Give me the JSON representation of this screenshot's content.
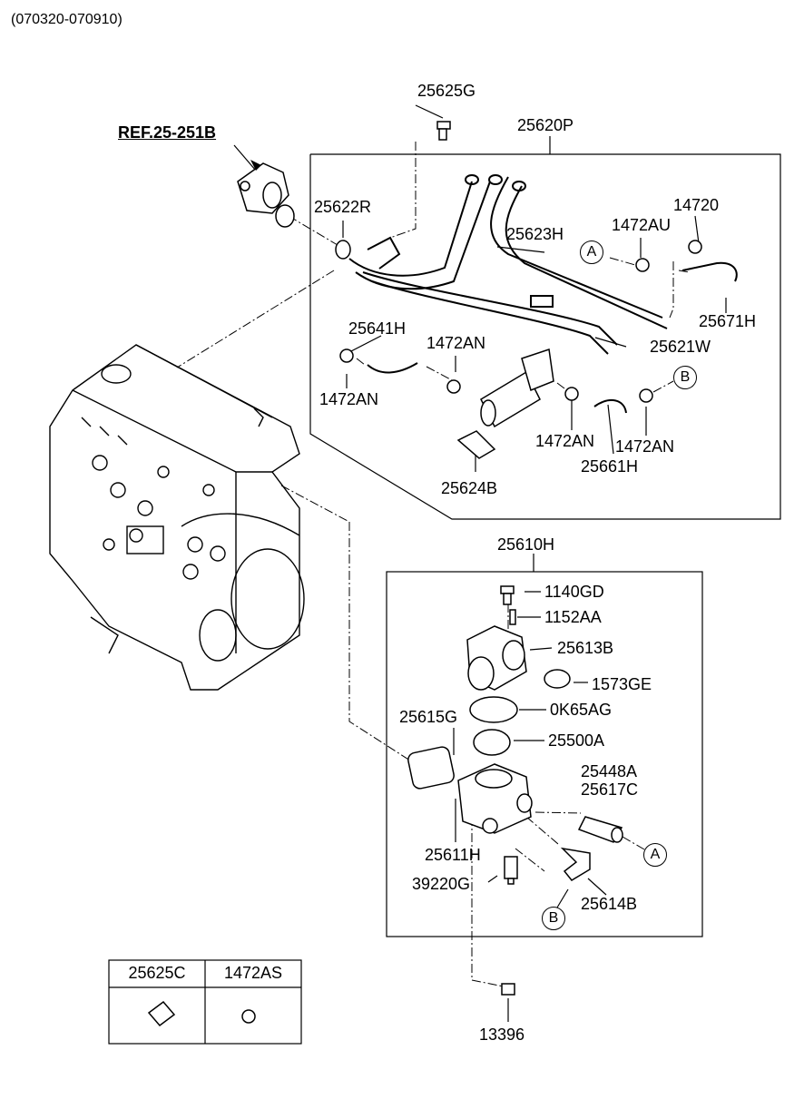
{
  "header": {
    "date_range": "(070320-070910)"
  },
  "reference": {
    "label": "REF.25-251B"
  },
  "parts": {
    "p25625G": "25625G",
    "p25620P": "25620P",
    "p25622R": "25622R",
    "p25623H": "25623H",
    "p1472AU": "1472AU",
    "p14720": "14720",
    "p25671H": "25671H",
    "p25641H": "25641H",
    "p1472AN_a": "1472AN",
    "p1472AN_b": "1472AN",
    "p25621W": "25621W",
    "p1472AN_c": "1472AN",
    "p1472AN_d": "1472AN",
    "p25661H": "25661H",
    "p25624B": "25624B",
    "p25610H": "25610H",
    "p1140GD": "1140GD",
    "p1152AA": "1152AA",
    "p25613B": "25613B",
    "p1573GE": "1573GE",
    "p0K65AG": "0K65AG",
    "p25615G": "25615G",
    "p25500A": "25500A",
    "p25448A": "25448A",
    "p25617C": "25617C",
    "p25611H": "25611H",
    "p39220G": "39220G",
    "p25614B": "25614B",
    "p13396": "13396"
  },
  "connectors": {
    "a1": "A",
    "b1": "B",
    "a2": "A",
    "b2": "B"
  },
  "legend_table": {
    "col1": "25625C",
    "col2": "1472AS"
  }
}
